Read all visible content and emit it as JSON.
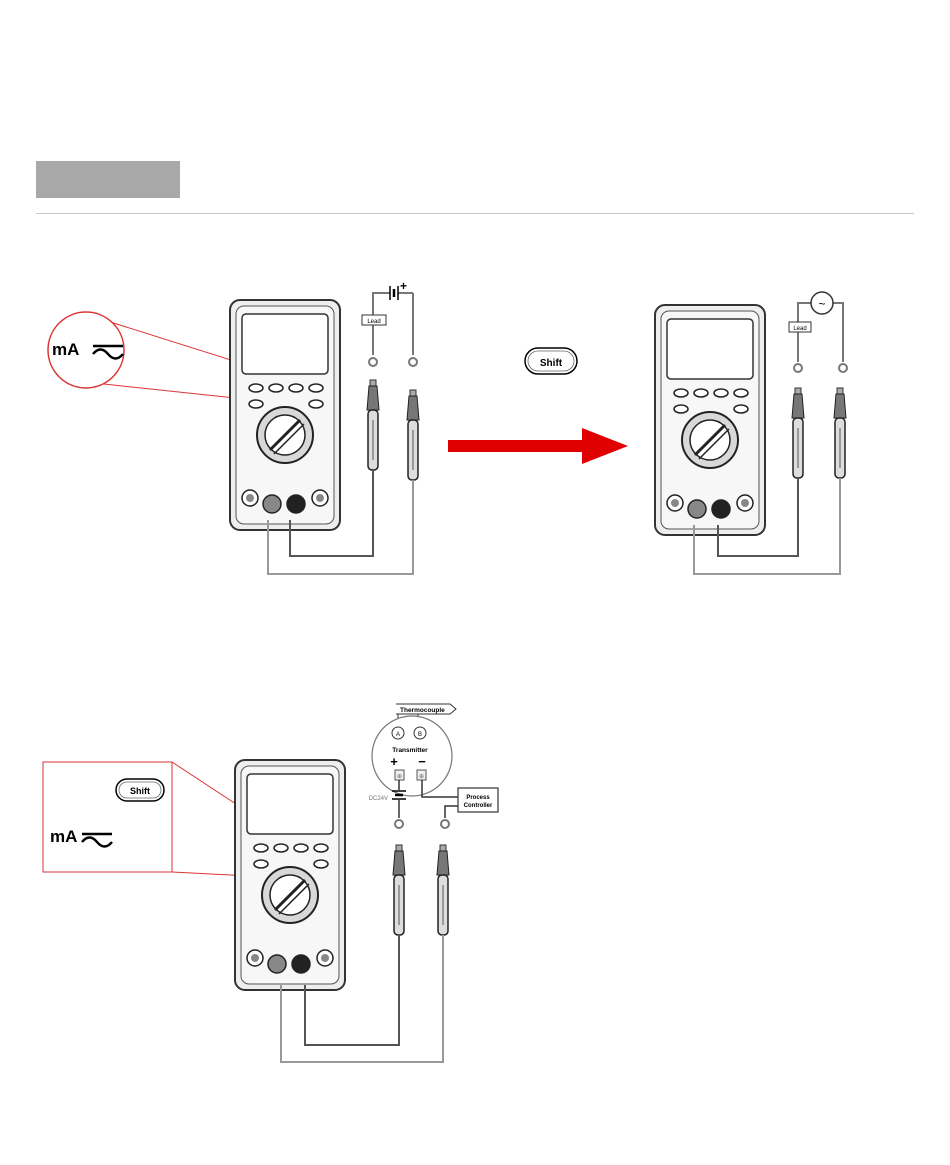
{
  "figure1": {
    "callout_symbol": "mA",
    "shift_button_label": "Shift",
    "left_load_label": "Lead",
    "left_polarity": "+",
    "right_load_label": "Lead",
    "right_source_symbol": "~"
  },
  "figure2": {
    "callout_shift_label": "Shift",
    "callout_symbol": "mA",
    "thermocouple_label": "Thermocouple",
    "terminal_a": "A",
    "terminal_b": "B",
    "transmitter_label": "Transmitter",
    "plus_sign": "+",
    "minus_sign": "−",
    "dc_label": "DC24V",
    "process_controller_line1": "Process",
    "process_controller_line2": "Controller"
  },
  "colors": {
    "callout_red": "#dd3333",
    "arrow_red": "#e00000",
    "meter_fill": "#f2f2f2",
    "meter_stroke": "#333333",
    "wire_gray": "#888888"
  }
}
